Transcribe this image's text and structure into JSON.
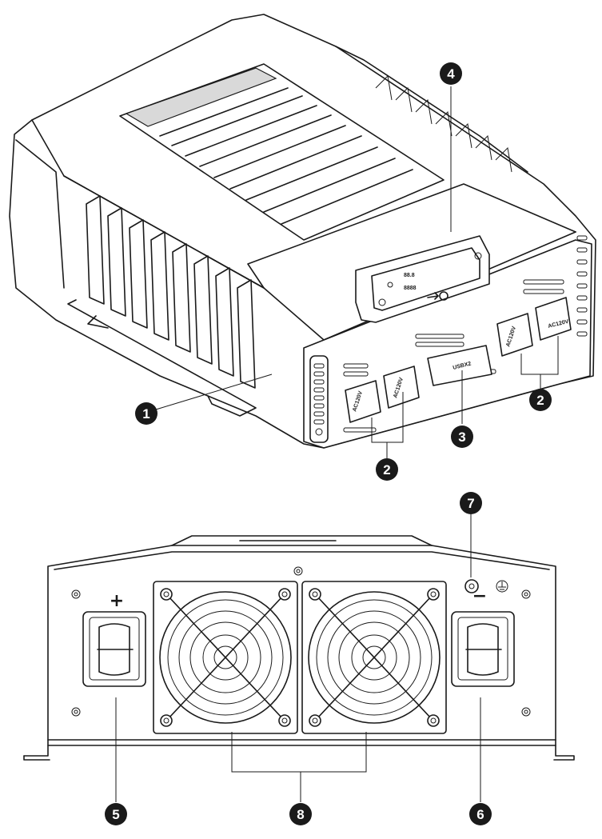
{
  "callouts": {
    "c1": "1",
    "c2a": "2",
    "c2b": "2",
    "c3": "3",
    "c4": "4",
    "c5": "5",
    "c6": "6",
    "c7": "7",
    "c8": "8"
  },
  "outlets": {
    "left1": "AC120V",
    "left2": "AC120V",
    "right1": "AC120V",
    "right2": "AC120V",
    "usb": "USBX2"
  },
  "display": {
    "digits_top": "88.8",
    "digits_bottom": "8888"
  },
  "rear": {
    "plus": "+",
    "minus": "−"
  },
  "colors": {
    "line": "#1a1a1a",
    "badge": "#1a1a1a",
    "background": "#ffffff"
  },
  "icons": {
    "ground": "ground-icon",
    "power_button": "power-button-icon"
  }
}
